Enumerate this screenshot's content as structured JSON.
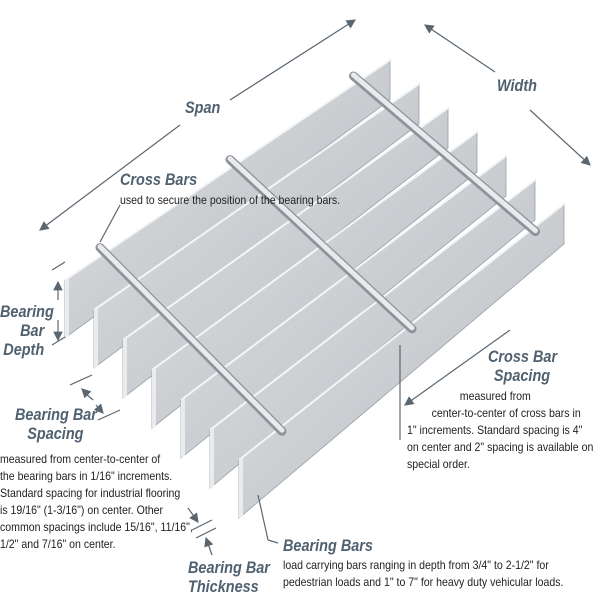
{
  "labels": {
    "span": "Span",
    "width": "Width",
    "cross_bars": {
      "title": "Cross Bars",
      "desc": "used to secure the position of the bearing bars."
    },
    "bearing_bar_depth": [
      "Bearing",
      "Bar",
      "Depth"
    ],
    "bearing_bar_spacing": {
      "title": [
        "Bearing Bar",
        "Spacing"
      ],
      "desc": [
        "measured from center-to-center of",
        "the bearing bars in 1/16\" increments.",
        "Standard spacing for industrial flooring",
        "is 19/16\" (1-3/16\") on center.  Other",
        "common spacings include 15/16\", 11/16\",",
        "1/2\" and 7/16\" on center."
      ]
    },
    "cross_bar_spacing": {
      "title": [
        "Cross Bar",
        "Spacing"
      ],
      "desc": [
        "measured from",
        "center-to-center of cross bars in",
        "1\" increments. Standard spacing is 4\"",
        "on center and 2\" spacing is available on",
        "special order."
      ]
    },
    "bearing_bars": {
      "title": "Bearing Bars",
      "desc": [
        "load carrying bars ranging in depth from 3/4\" to 2-1/2\" for",
        "pedestrian loads and 1\" to 7\" for heavy duty vehicular loads."
      ]
    },
    "bearing_bar_thickness": [
      "Bearing Bar",
      "Thickness"
    ]
  },
  "colors": {
    "heading": "#4f6170",
    "text": "#222222",
    "steel": "#c9ccd0",
    "line": "#5a6670"
  }
}
